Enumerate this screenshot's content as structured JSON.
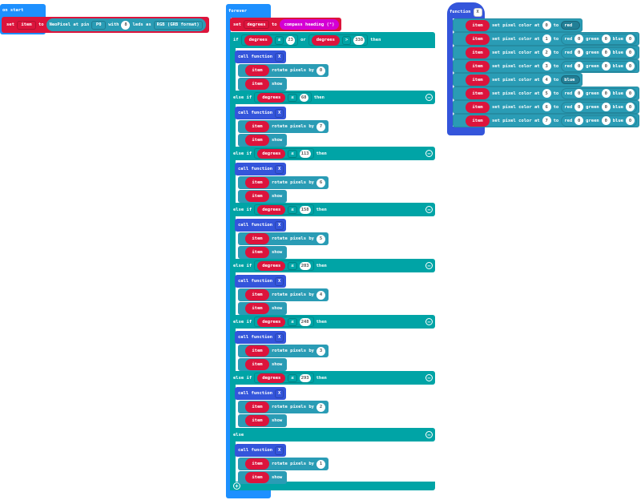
{
  "on_start": {
    "label": "on start",
    "set": "set",
    "var": "item",
    "to": "to",
    "neopixel": {
      "label": "NeoPixel at pin",
      "pin": "P0",
      "with": "with",
      "count": "8",
      "leds_as": "leds as",
      "mode": "RGB (GRB format)"
    }
  },
  "forever": {
    "label": "forever",
    "set": "set",
    "var": "degrees",
    "to": "to",
    "compass": "compass heading (°)",
    "if_label": "if",
    "or": "or",
    "then": "then",
    "else_if": "else if",
    "else": "else",
    "cond1": {
      "var": "degrees",
      "op": "≤",
      "value": "23"
    },
    "cond2": {
      "var": "degrees",
      "op": ">",
      "value": "338"
    },
    "call": "call function",
    "fn": "X",
    "item": "item",
    "rotate": "rotate pixels by",
    "show": "show",
    "branches": [
      {
        "type": "if",
        "rotate_by": "0"
      },
      {
        "type": "else if",
        "var": "degrees",
        "op": "≤",
        "value": "68",
        "rotate_by": "7"
      },
      {
        "type": "else if",
        "var": "degrees",
        "op": "≤",
        "value": "113",
        "rotate_by": "6"
      },
      {
        "type": "else if",
        "var": "degrees",
        "op": "≤",
        "value": "158",
        "rotate_by": "5"
      },
      {
        "type": "else if",
        "var": "degrees",
        "op": "≤",
        "value": "203",
        "rotate_by": "4"
      },
      {
        "type": "else if",
        "var": "degrees",
        "op": "≤",
        "value": "248",
        "rotate_by": "3"
      },
      {
        "type": "else if",
        "var": "degrees",
        "op": "≤",
        "value": "293",
        "rotate_by": "2"
      },
      {
        "type": "else",
        "rotate_by": "1"
      }
    ]
  },
  "function": {
    "label": "function",
    "name": "X",
    "item": "item",
    "set_label": "set pixel color at",
    "to": "to",
    "red": "red",
    "green": "green",
    "blue": "blue",
    "rows": [
      {
        "index": "0",
        "color": "red"
      },
      {
        "index": "1",
        "rgb": [
          "0",
          "0",
          "0"
        ]
      },
      {
        "index": "2",
        "rgb": [
          "0",
          "0",
          "0"
        ]
      },
      {
        "index": "3",
        "rgb": [
          "0",
          "0",
          "0"
        ]
      },
      {
        "index": "4",
        "color": "blue"
      },
      {
        "index": "5",
        "rgb": [
          "0",
          "0",
          "0"
        ]
      },
      {
        "index": "6",
        "rgb": [
          "0",
          "0",
          "0"
        ]
      },
      {
        "index": "7",
        "rgb": [
          "0",
          "0",
          "0"
        ]
      }
    ]
  }
}
